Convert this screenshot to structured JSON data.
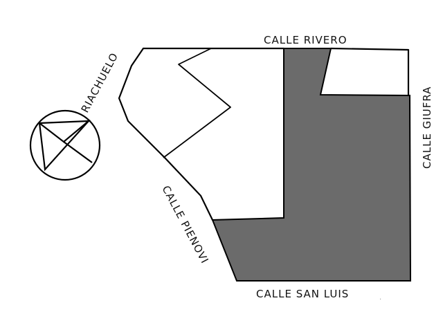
{
  "streets": {
    "north": "CALLE RIVERO",
    "east": "CALLE GIUFRA",
    "south": "CALLE SAN LUIS",
    "west": "CALLE PIENOVI",
    "river": "RIACHUELO"
  },
  "colors": {
    "highlighted_area": "#6b6b6b",
    "outline": "#000000",
    "background": "#ffffff"
  },
  "icons": {
    "north_arrow": "compass-icon"
  }
}
